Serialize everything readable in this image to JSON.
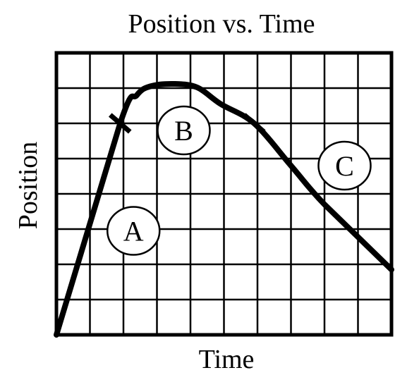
{
  "chart_data": {
    "type": "line",
    "title": "Position vs. Time",
    "xlabel": "Time",
    "ylabel": "Position",
    "grid": true,
    "grid_divisions": {
      "x": 10,
      "y": 8
    },
    "xlim": [
      0,
      10
    ],
    "ylim": [
      0,
      8
    ],
    "series": [
      {
        "points": [
          [
            0,
            0
          ],
          [
            1.9,
            6.0
          ],
          [
            2.4,
            6.8
          ],
          [
            2.8,
            7.05
          ],
          [
            3.5,
            7.12
          ],
          [
            4.2,
            7.02
          ],
          [
            4.9,
            6.55
          ],
          [
            5.9,
            6.0
          ],
          [
            7.0,
            4.8
          ],
          [
            8.0,
            3.7
          ],
          [
            10,
            1.85
          ]
        ]
      }
    ],
    "markers": [
      {
        "x": 1.9,
        "y": 6.0
      },
      {
        "x": 5.9,
        "y": 6.0
      }
    ],
    "annotations": [
      {
        "text": "A",
        "x": 2.3,
        "y": 2.95
      },
      {
        "text": "B",
        "x": 3.8,
        "y": 5.8
      },
      {
        "text": "C",
        "x": 8.6,
        "y": 4.8
      }
    ]
  }
}
